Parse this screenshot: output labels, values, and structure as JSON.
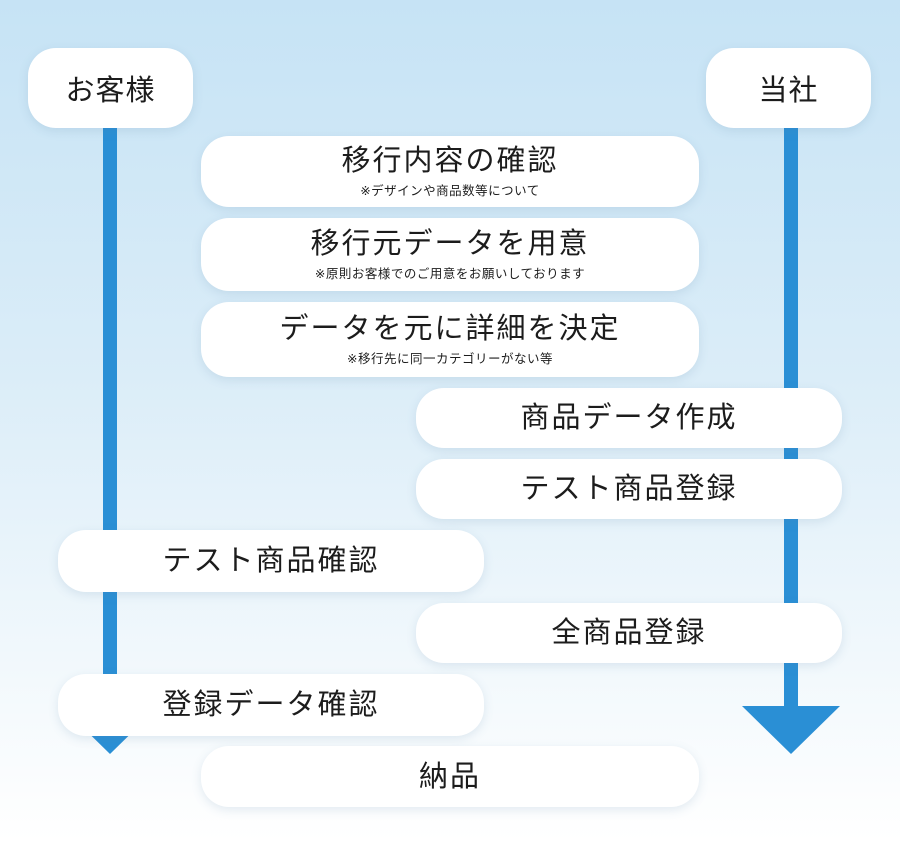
{
  "lanes": {
    "customer_label": "お客様",
    "company_label": "当社"
  },
  "steps": [
    {
      "title": "移行内容の確認",
      "note": "※デザインや商品数等について"
    },
    {
      "title": "移行元データを用意",
      "note": "※原則お客様でのご用意をお願いしております"
    },
    {
      "title": "データを元に詳細を決定",
      "note": "※移行先に同一カテゴリーがない等"
    },
    {
      "title": "商品データ作成"
    },
    {
      "title": "テスト商品登録"
    },
    {
      "title": "テスト商品確認"
    },
    {
      "title": "全商品登録"
    },
    {
      "title": "登録データ確認"
    },
    {
      "title": "納品"
    }
  ],
  "colors": {
    "arrow": "#2a8fd5",
    "background_top": "#c6e3f5",
    "pill": "#ffffff"
  }
}
